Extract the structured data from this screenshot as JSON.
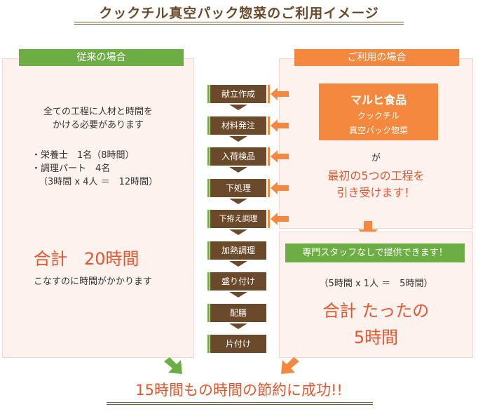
{
  "title": "クックチル真空パック惣菜のご利用イメージ",
  "left": {
    "label": "従来の場合",
    "line1": "全ての工程に人材と時間を",
    "line2": "かける必要があります",
    "item1": "・栄養士　1名（8時間）",
    "item2": "・調理パート　4名",
    "item3": "（3時間 x 4人 ＝　12時間）",
    "total": "合計　20時間",
    "total_sub": "こなすのに時間がかかります"
  },
  "right": {
    "label": "ご利用の場合",
    "brand_name": "マルヒ食品",
    "brand_sub1": "クックチル",
    "brand_sub2": "真空パック惣菜",
    "ga": "が",
    "take1": "最初の5つの工程を",
    "take2": "引き受けます！",
    "banner": "専門スタッフなしで提供できます！",
    "calc": "（5時間 x 1人 ＝　5時間）",
    "total1": "合計 たったの",
    "total2": "5時間"
  },
  "steps": [
    {
      "label": "献立作成",
      "covered": true
    },
    {
      "label": "材料発注",
      "covered": true
    },
    {
      "label": "入荷検品",
      "covered": true
    },
    {
      "label": "下処理",
      "covered": true
    },
    {
      "label": "下拵え調理",
      "covered": true
    },
    {
      "label": "加熱調理",
      "covered": false
    },
    {
      "label": "盛り付け",
      "covered": false
    },
    {
      "label": "配膳",
      "covered": false
    },
    {
      "label": "片付け",
      "covered": false
    }
  ],
  "final": "15時間もの時間の節約に成功!!",
  "colors": {
    "brown": "#6b4a2b",
    "green": "#6cae44",
    "orange": "#f5883f",
    "red": "#e9542d"
  }
}
